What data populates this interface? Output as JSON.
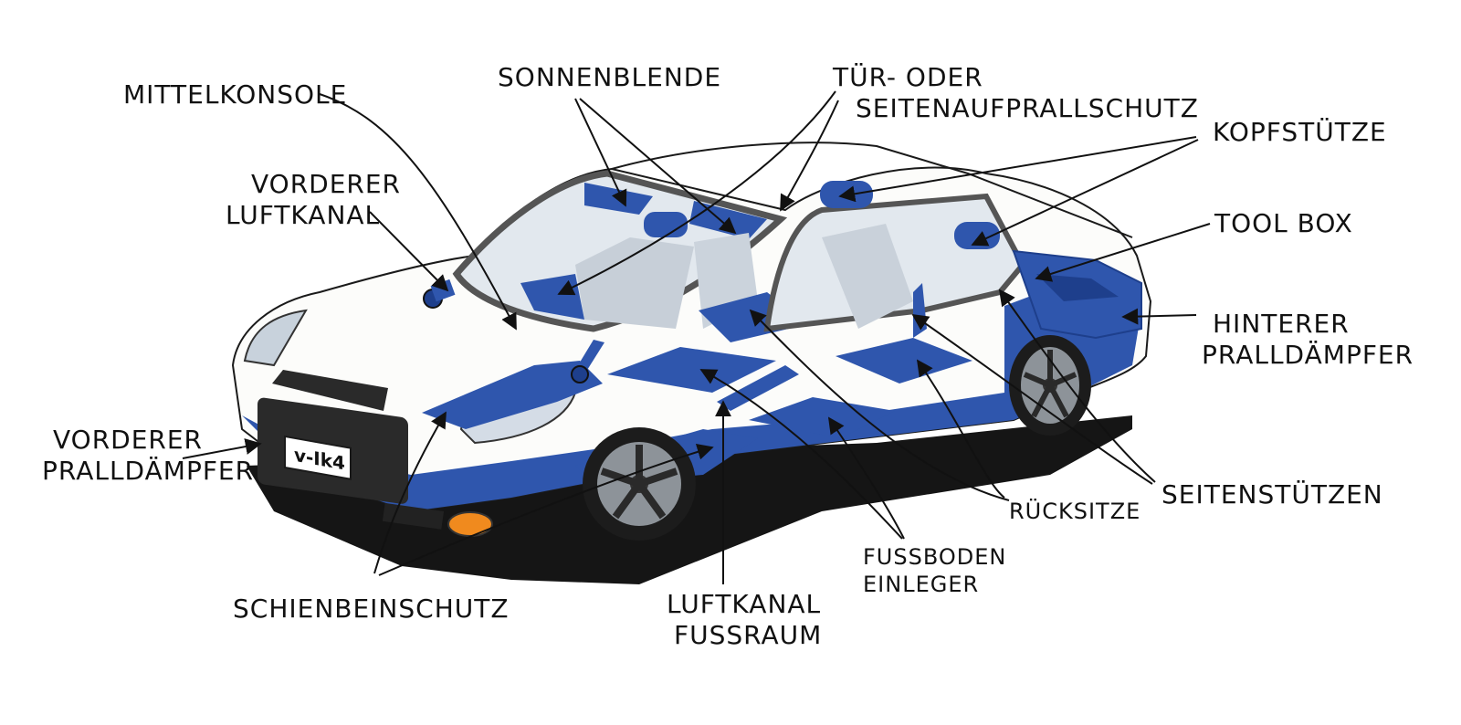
{
  "colors": {
    "accent": "#2f56ad",
    "accent_dark": "#1e3f8c",
    "ink": "#111111",
    "shadow": "#151515",
    "glass": "#e2e8ee",
    "body": "#fcfcfa"
  },
  "plate": {
    "text": "v-Ik4"
  },
  "labels": {
    "mittelkonsole": "MITTELKONSOLE",
    "sonnenblende": "SONNENBLENDE",
    "tuer_1": "TÜR- ODER",
    "tuer_2": "SEITENAUFPRALLSCHUTZ",
    "kopfstuetze": "KOPFSTÜTZE",
    "vorderer_luftkanal_1": "VORDERER",
    "vorderer_luftkanal_2": "LUFTKANAL",
    "tool_box": "TOOL BOX",
    "hinterer_1": "HINTERER",
    "hinterer_2": "PRALLDÄMPFER",
    "vorderer_prall_1": "VORDERER",
    "vorderer_prall_2": "PRALLDÄMPFER",
    "seitenstuetzen": "SEITENSTÜTZEN",
    "ruecksitze": "RÜCKSITZE",
    "fussboden_1": "FUSSBODEN",
    "fussboden_2": "EINLEGER",
    "schienbeinschutz": "SCHIENBEINSCHUTZ",
    "luftkanal_fuss_1": "LUFTKANAL",
    "luftkanal_fuss_2": "FUSSRAUM"
  }
}
